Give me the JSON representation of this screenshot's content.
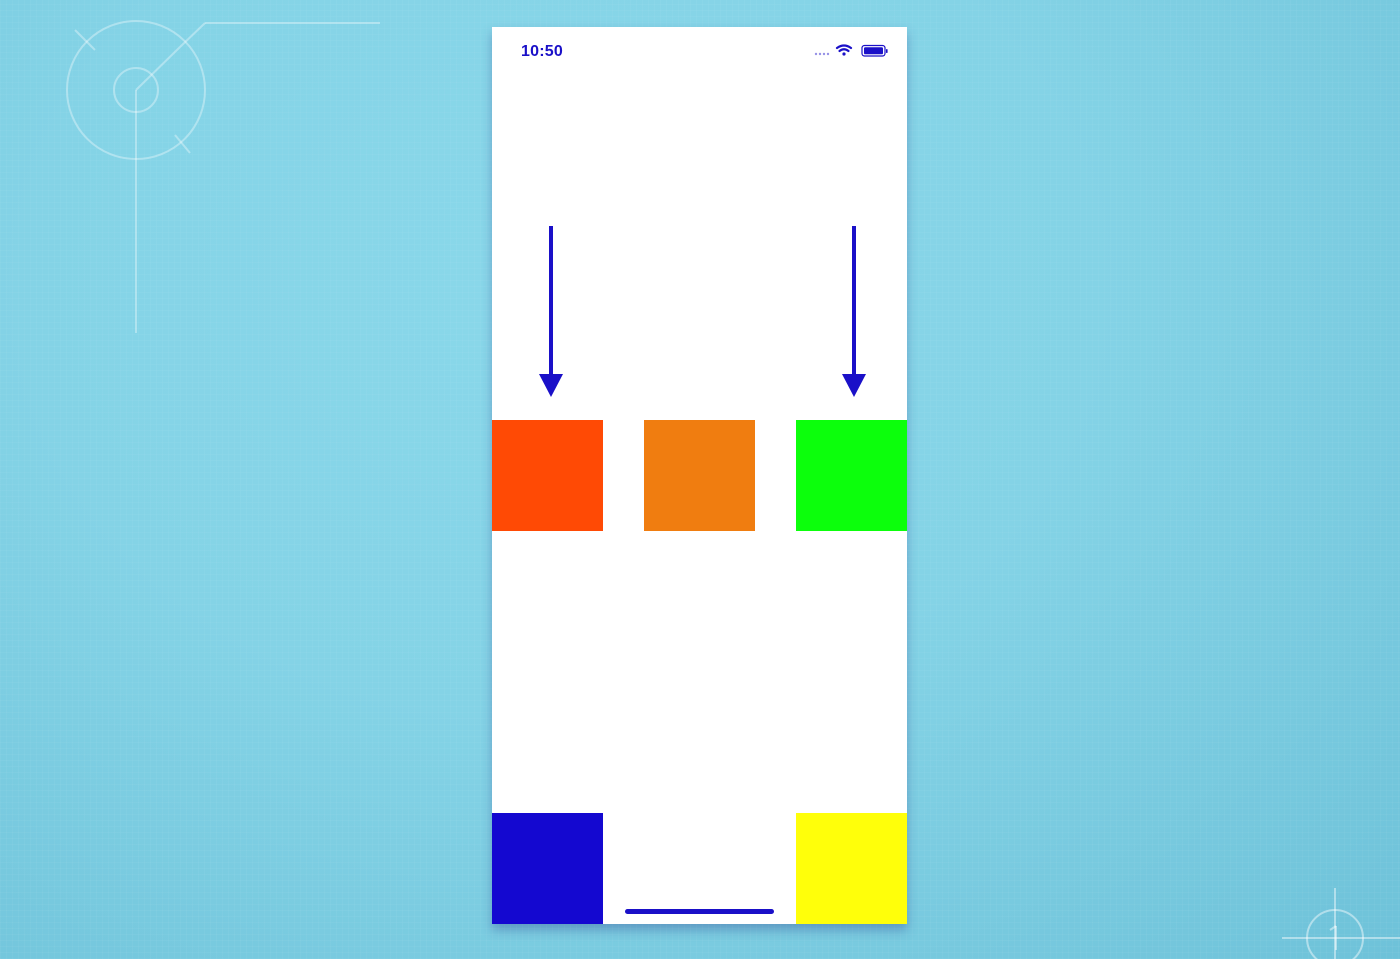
{
  "status_bar": {
    "time": "10:50"
  },
  "colors": {
    "background": "#85d4e7",
    "screen": "#ffffff",
    "arrow": "#1a10c8",
    "status_text": "#1a10c8",
    "home_indicator": "#1a10c8"
  },
  "squares": [
    {
      "name": "top-left",
      "color": "#ff4a05"
    },
    {
      "name": "top-middle",
      "color": "#f07d10"
    },
    {
      "name": "top-right",
      "color": "#0cff0c"
    },
    {
      "name": "bottom-left",
      "color": "#1408d0"
    },
    {
      "name": "bottom-right",
      "color": "#ffff0a"
    }
  ],
  "icons": [
    "signal-dots-icon",
    "wifi-icon",
    "battery-icon",
    "down-arrow-icon"
  ]
}
